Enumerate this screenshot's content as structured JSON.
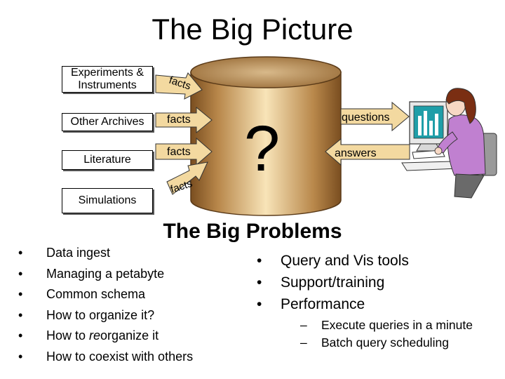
{
  "title": "The Big Picture",
  "sources": [
    {
      "label": "Experiments &\nInstruments"
    },
    {
      "label": "Other Archives"
    },
    {
      "label": "Literature"
    },
    {
      "label": "Simulations"
    }
  ],
  "arrows": {
    "facts_1": "facts",
    "facts_2": "facts",
    "facts_3": "facts",
    "facts_4": "facts",
    "questions": "questions",
    "answers": "answers"
  },
  "database": {
    "symbol": "?"
  },
  "problems": {
    "title": "The Big Problems",
    "left_items": [
      {
        "bullet": "•",
        "text": "Data ingest"
      },
      {
        "bullet": "•",
        "text": "Managing a petabyte"
      },
      {
        "bullet": "•",
        "text": "Common schema"
      },
      {
        "bullet": "•",
        "text": "How to organize it?"
      },
      {
        "bullet": "•",
        "text_before": "How to ",
        "text_em": "re",
        "text_after": "organize it"
      },
      {
        "bullet": "•",
        "text": "How to coexist with others"
      }
    ],
    "right_items": [
      {
        "bullet": "•",
        "text": "Query and Vis tools"
      },
      {
        "bullet": "•",
        "text": "Support/training"
      },
      {
        "bullet": "•",
        "text": "Performance"
      }
    ],
    "sub_items": [
      {
        "dash": "–",
        "text": "Execute queries in a minute"
      },
      {
        "dash": "–",
        "text": "Batch query scheduling"
      }
    ]
  },
  "colors": {
    "cylinder_light": "#f5deb0",
    "cylinder_dark": "#8a5c2a",
    "arrow_fill": "#f3d9a0",
    "person_shirt": "#c080d0",
    "person_hair": "#7a2e12",
    "monitor_screen": "#1f9ea8"
  },
  "icons": [
    "person-at-computer-icon"
  ]
}
